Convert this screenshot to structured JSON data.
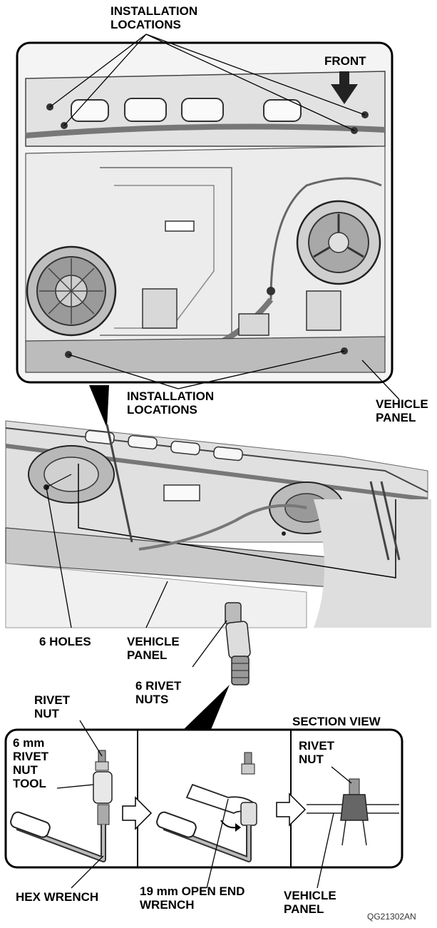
{
  "labels": {
    "installation_locations_top": "INSTALLATION\nLOCATIONS",
    "front": "FRONT",
    "installation_locations_mid": "INSTALLATION\nLOCATIONS",
    "vehicle_panel_right": "VEHICLE\nPANEL",
    "six_holes": "6 HOLES",
    "vehicle_panel_mid": "VEHICLE\nPANEL",
    "six_rivet_nuts": "6 RIVET\nNUTS",
    "rivet_nut_left": "RIVET\nNUT",
    "rivet_nut_tool": "6 mm\nRIVET\nNUT\nTOOL",
    "section_view": "SECTION VIEW",
    "rivet_nut_right": "RIVET\nNUT",
    "hex_wrench": "HEX WRENCH",
    "open_end_wrench": "19 mm OPEN END\nWRENCH",
    "vehicle_panel_bottom": "VEHICLE\nPANEL",
    "figure_code": "QG21302AN"
  },
  "colors": {
    "line": "#000000",
    "panel_gray": "#c8c8c8",
    "dark_gray": "#555555",
    "light_gray": "#e6e6e6"
  },
  "icons": [
    "front-arrow-icon",
    "step-arrow-icon"
  ]
}
